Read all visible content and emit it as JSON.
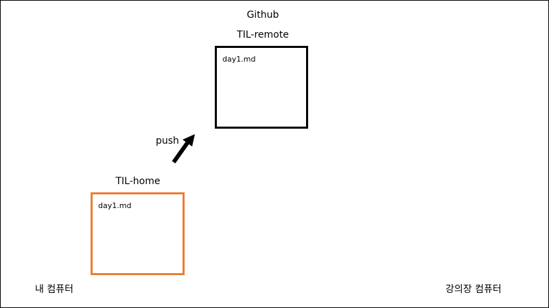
{
  "diagram": {
    "top_label": "Github",
    "remote_repo": {
      "name": "TIL-remote",
      "file": "day1.md",
      "border_color": "#000000"
    },
    "home_repo": {
      "name": "TIL-home",
      "file": "day1.md",
      "border_color": "#ED7D31"
    },
    "arrow": {
      "label": "push",
      "icon": "arrow-up-right-icon"
    },
    "computers": {
      "mine": "내 컴퓨터",
      "lecture_room": "강의장 컴퓨터"
    }
  }
}
